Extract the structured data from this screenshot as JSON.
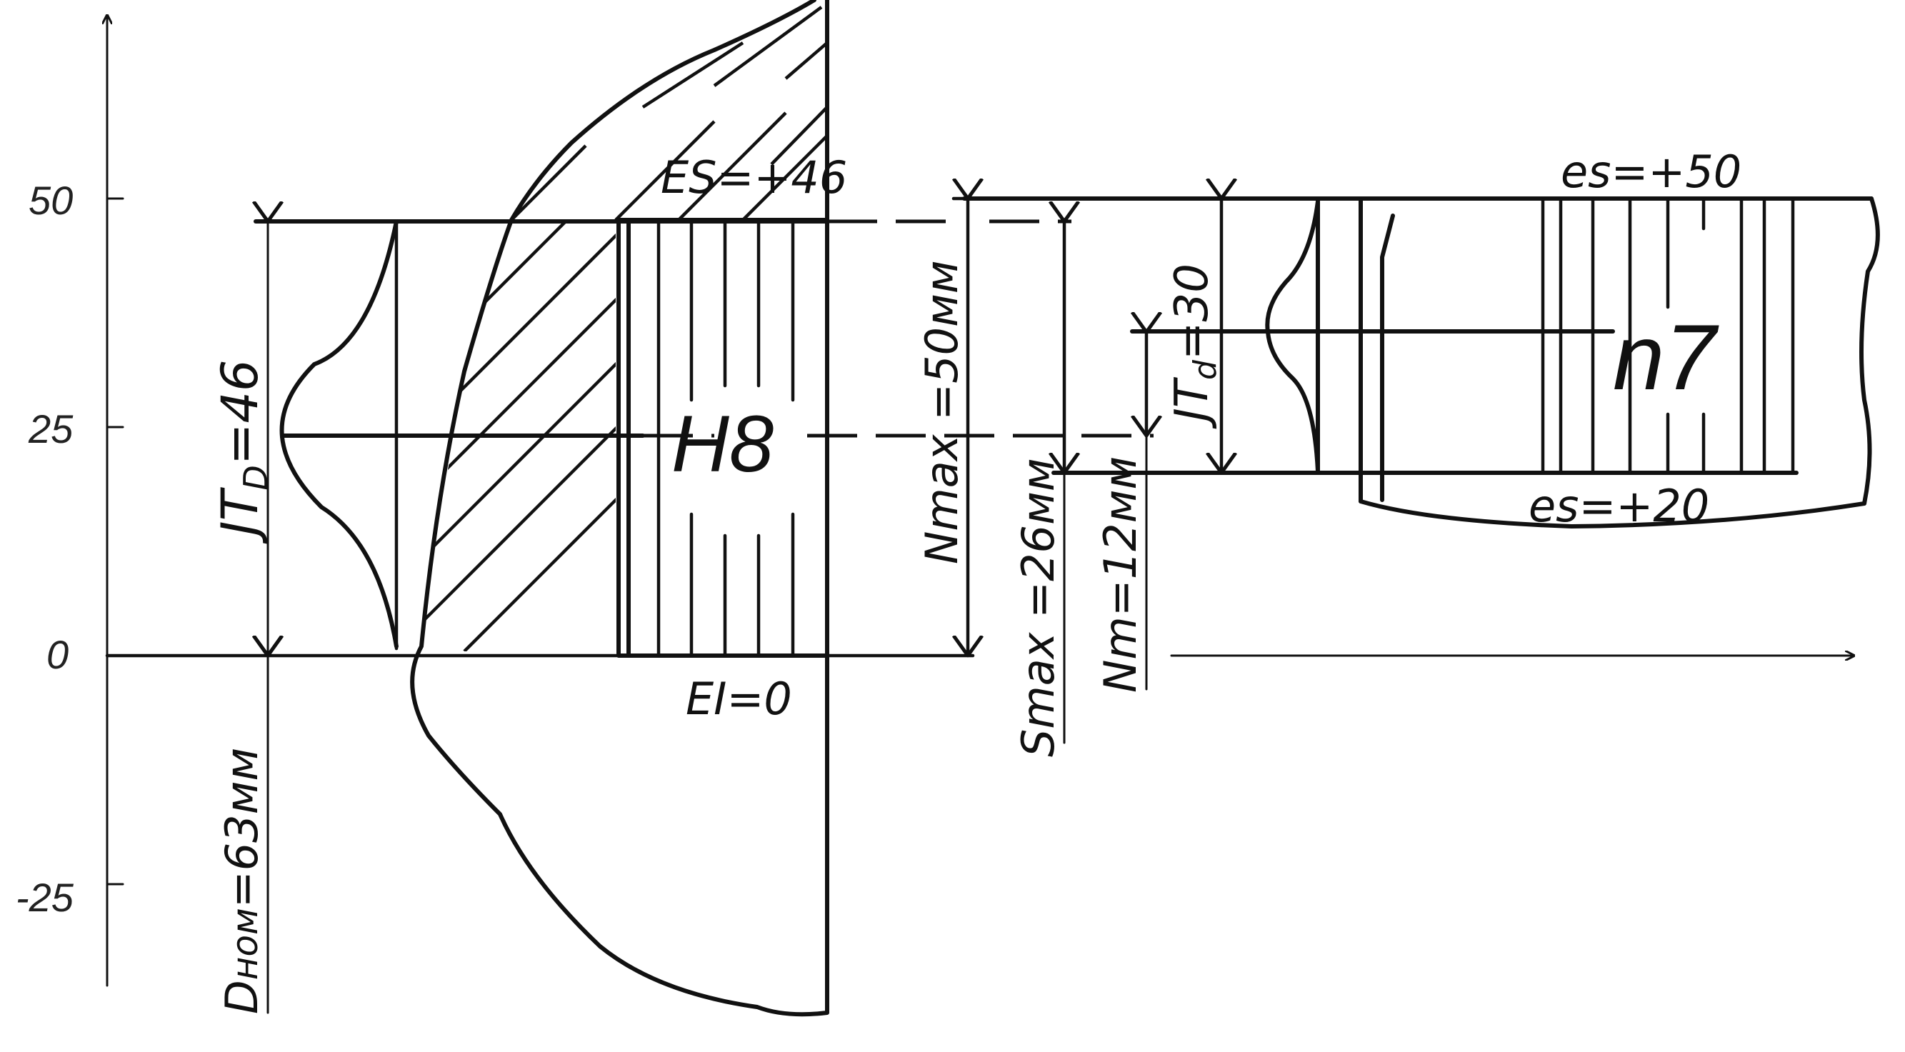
{
  "axis": {
    "ticks": [
      "50",
      "25",
      "0",
      "-25"
    ]
  },
  "hole": {
    "grade_label": "H8",
    "upper_deviation": "ES=+46",
    "lower_deviation": "EI=0",
    "tolerance_label": "JT",
    "tolerance_sub": "D",
    "tolerance_value": "=46",
    "nominal_label": "D",
    "nominal_sub": "ном",
    "nominal_value": "=63мм"
  },
  "shaft": {
    "grade_label": "n7",
    "upper_deviation": "es=+50",
    "lower_deviation": "es=+20",
    "tolerance_label": "JT",
    "tolerance_sub": "d",
    "tolerance_value": "=30"
  },
  "fit": {
    "nmax": "Nmax =50мм",
    "smax": "Smax =26мм",
    "nm": "Nm=12мм"
  },
  "colors": {
    "ink": "#111111",
    "background": "#ffffff"
  }
}
